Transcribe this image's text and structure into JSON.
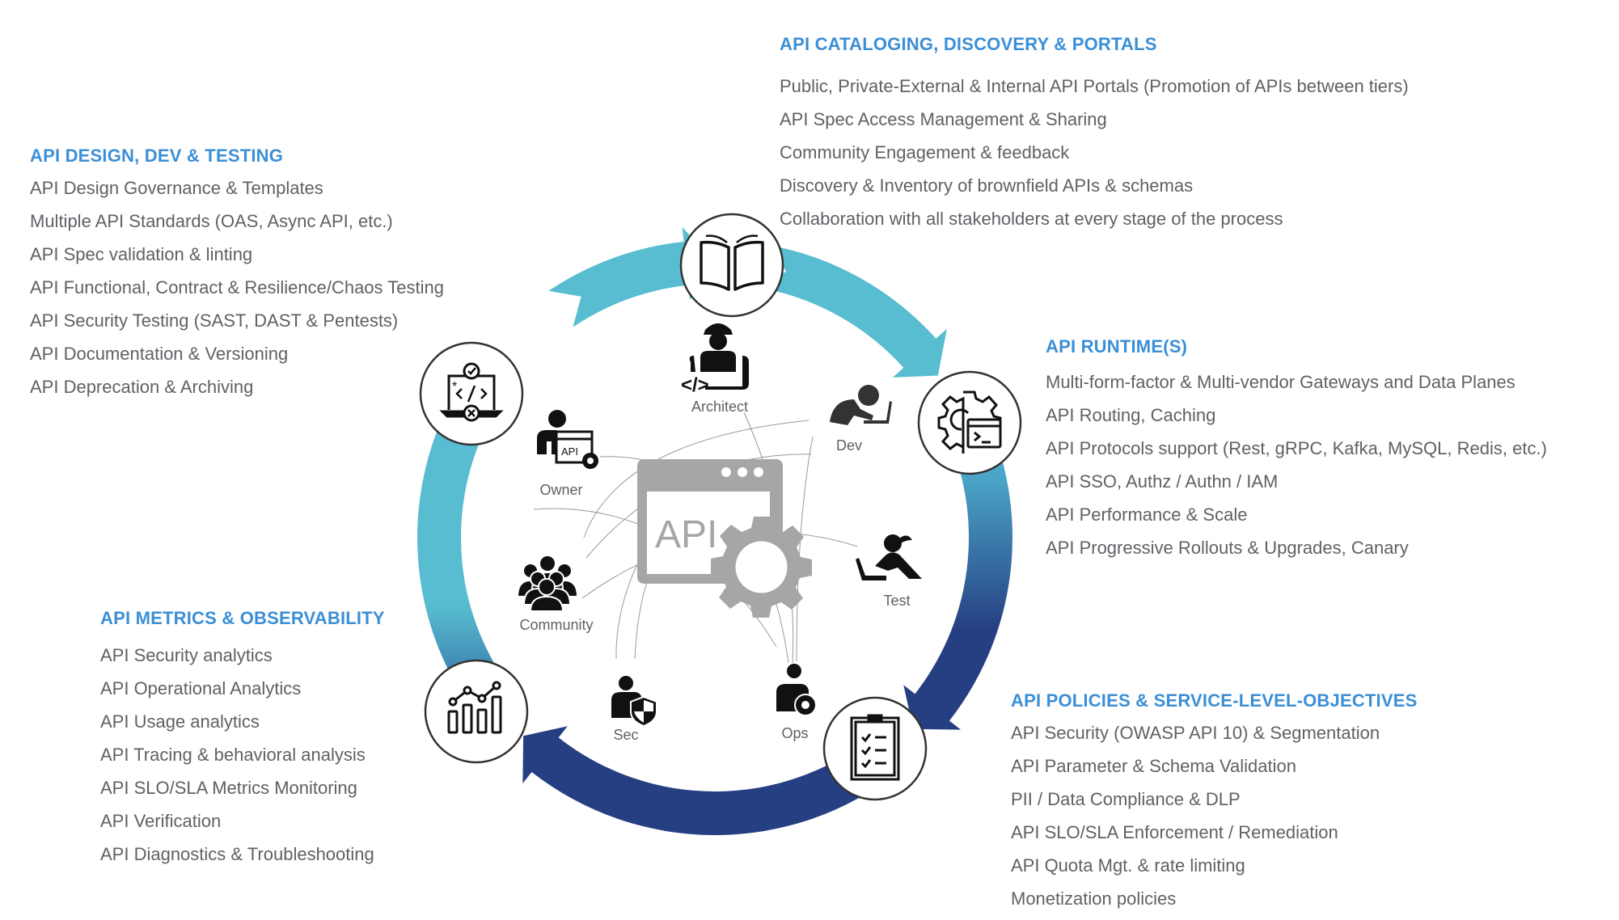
{
  "colors": {
    "heading": "#3b8fd6",
    "body_text": "#5f6166",
    "ring_teal": "#58bdd1",
    "ring_navy": "#253f82",
    "center_icon_gray": "#a6a6a6"
  },
  "sections": {
    "catalog": {
      "title": "API CATALOGING, DISCOVERY & PORTALS",
      "items": [
        "Public, Private-External & Internal API Portals (Promotion of APIs between tiers)",
        "API Spec Access Management & Sharing",
        "Community Engagement & feedback",
        "Discovery & Inventory of brownfield APIs & schemas",
        "Collaboration with all stakeholders at every stage of the process"
      ]
    },
    "design": {
      "title": "API DESIGN, DEV & TESTING",
      "items": [
        "API Design Governance & Templates",
        "Multiple API Standards (OAS, Async API, etc.)",
        "API Spec validation & linting",
        "API Functional, Contract & Resilience/Chaos Testing",
        "API Security Testing (SAST, DAST & Pentests)",
        "API Documentation & Versioning",
        "API Deprecation & Archiving"
      ]
    },
    "runtime": {
      "title": "API RUNTIME(S)",
      "items": [
        "Multi-form-factor & Multi-vendor Gateways and Data Planes",
        "API Routing, Caching",
        "API Protocols support (Rest, gRPC, Kafka, MySQL, Redis, etc.)",
        "API SSO, Authz / Authn / IAM",
        "API Performance & Scale",
        "API Progressive Rollouts & Upgrades, Canary"
      ]
    },
    "metrics": {
      "title": "API METRICS & OBSERVABILITY",
      "items": [
        "API Security analytics",
        "API Operational Analytics",
        "API Usage analytics",
        "API Tracing & behavioral analysis",
        "API SLO/SLA Metrics Monitoring",
        "API Verification",
        "API Diagnostics & Troubleshooting"
      ]
    },
    "policies": {
      "title": "API POLICIES & SERVICE-LEVEL-OBJECTIVES",
      "items": [
        "API Security (OWASP API 10) & Segmentation",
        "API Parameter & Schema Validation",
        "PII / Data Compliance & DLP",
        "API SLO/SLA Enforcement / Remediation",
        "API Quota Mgt. & rate limiting",
        "Monetization policies"
      ]
    }
  },
  "lifecycle_nodes": [
    {
      "id": "catalog",
      "icon": "open-book-icon"
    },
    {
      "id": "runtime",
      "icon": "gear-terminal-icon"
    },
    {
      "id": "policies",
      "icon": "checklist-clipboard-icon"
    },
    {
      "id": "metrics",
      "icon": "bar-line-chart-icon"
    },
    {
      "id": "design",
      "icon": "laptop-code-check-icon"
    }
  ],
  "center": {
    "label": "API",
    "icon": "api-window-gear-icon"
  },
  "personas": {
    "architect": "Architect",
    "dev": "Dev",
    "owner": "Owner",
    "test": "Test",
    "community": "Community",
    "sec": "Sec",
    "ops": "Ops"
  }
}
